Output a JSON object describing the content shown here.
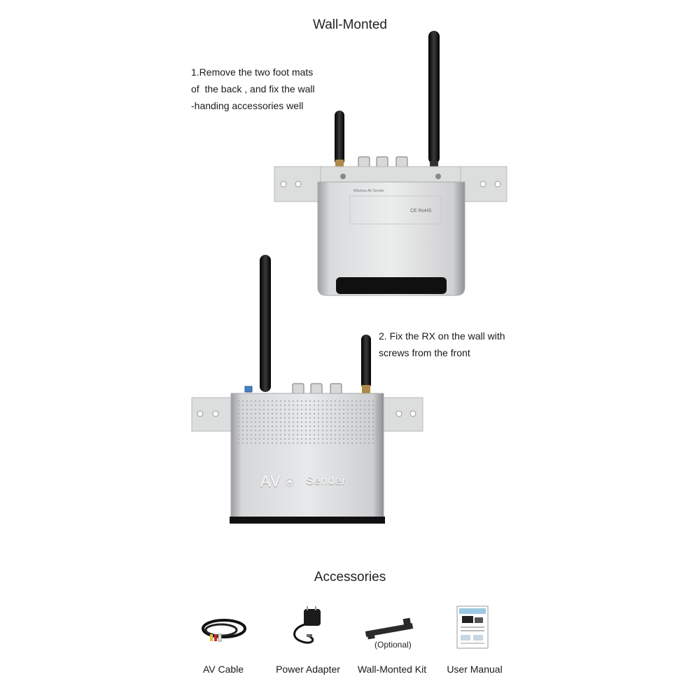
{
  "wall": {
    "title": "Wall-Monted",
    "step1": "1.Remove the two foot mats\nof  the back , and fix the wall\n-handing accessories well",
    "step2": "2. Fix the RX on the wall with\nscrews from the front",
    "device_back_label": "Wireless AV Sender",
    "device_back_cert": "CE RoHS",
    "device_front_brand": "AV",
    "device_front_model": "Sender"
  },
  "accessories": {
    "title": "Accessories",
    "items": [
      {
        "label": "AV Cable",
        "icon": "av-cable-icon"
      },
      {
        "label": "Power Adapter",
        "icon": "power-adapter-icon"
      },
      {
        "label": "Wall-Monted Kit",
        "icon": "wall-kit-icon",
        "note": "(Optional)"
      },
      {
        "label": "User Manual",
        "icon": "user-manual-icon"
      }
    ]
  },
  "colors": {
    "device_silver": "#c9cbcd",
    "antenna": "#1c1c1c",
    "bracket": "#dadbdc"
  }
}
